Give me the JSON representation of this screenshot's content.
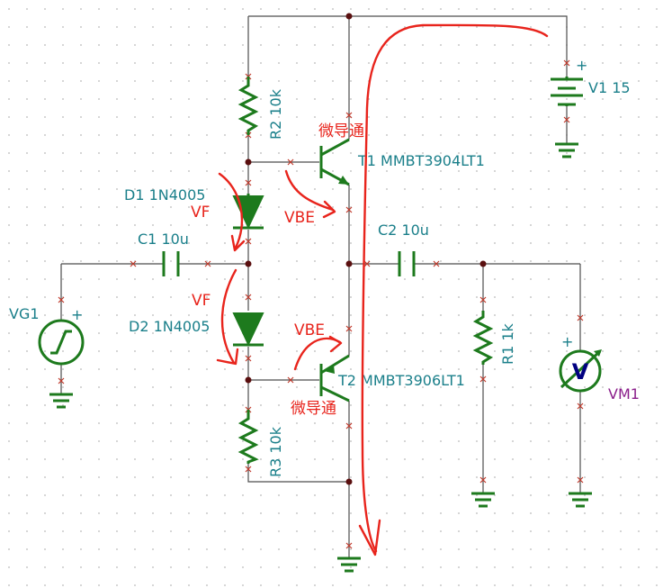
{
  "colors": {
    "component": "#1d7a1d",
    "wire": "#4d4d4d",
    "label": "#1a7f8a",
    "meter_label": "#8b1e8b",
    "annotation": "#e8241c",
    "node": "#5a0f0f",
    "meter_symbol": "#000080"
  },
  "components": {
    "r2": {
      "label": "R2 10k"
    },
    "r3": {
      "label": "R3 10k"
    },
    "r1": {
      "label": "R1 1k"
    },
    "d1": {
      "label": "D1 1N4005"
    },
    "d2": {
      "label": "D2 1N4005"
    },
    "c1": {
      "label": "C1 10u"
    },
    "c2": {
      "label": "C2 10u"
    },
    "t1": {
      "label": "T1 MMBT3904LT1"
    },
    "t2": {
      "label": "T2 MMBT3906LT1"
    },
    "v1": {
      "label": "V1 15",
      "plus": "+"
    },
    "vg1": {
      "label": "VG1",
      "plus": "+"
    },
    "vm1": {
      "label": "VM1",
      "plus": "+",
      "symbol": "V"
    }
  },
  "annotations": {
    "t1_note": "微导通",
    "t2_note": "微导通",
    "d1_vf": "VF",
    "d2_vf": "VF",
    "t1_vbe": "VBE",
    "t2_vbe": "VBE"
  }
}
